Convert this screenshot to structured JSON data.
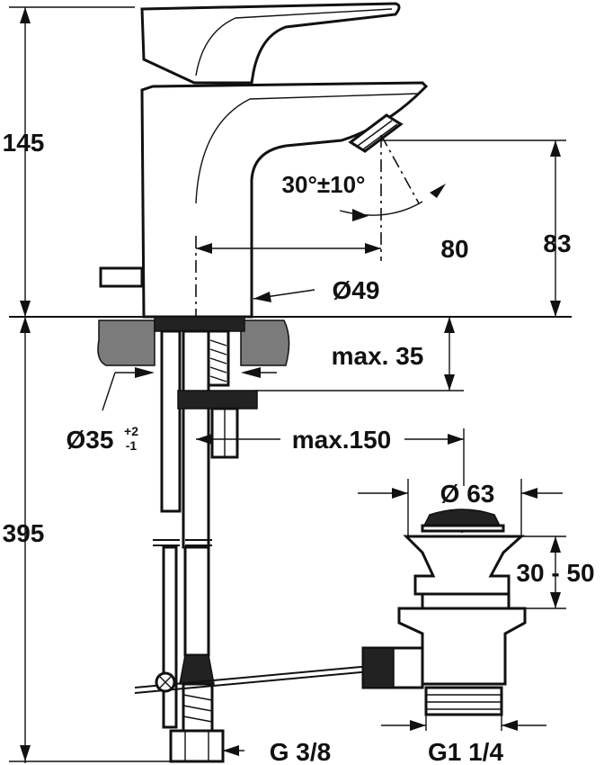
{
  "labels": {
    "height_top": "145",
    "height_bottom": "395",
    "angle": "30°±10°",
    "reach": "80",
    "outlet_height": "83",
    "body_diameter": "Ø49",
    "deck_thickness": "max. 35",
    "hole_diameter": "Ø35",
    "hole_tolerance_upper": "+2",
    "hole_tolerance_lower": "-1",
    "rod_length": "max.150",
    "waste_diameter": "Ø 63",
    "waste_height": "30 - 50",
    "inlet_thread": "G 3/8",
    "waste_thread": "G1 1/4"
  }
}
